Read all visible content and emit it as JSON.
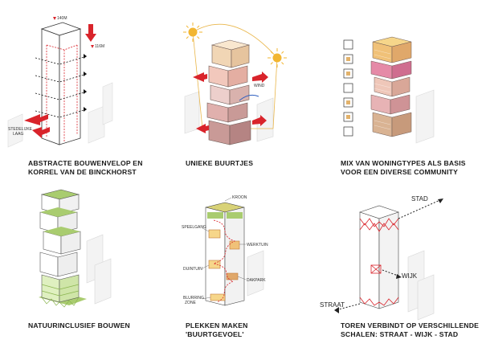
{
  "panels": [
    {
      "caption_line1": "ABSTRACTE BOUWENVELOP EN",
      "caption_line2": "KORREL VAN DE BINCKHORST",
      "labels": {
        "height_top": "140M",
        "height_mid": "116M",
        "street_layer": "STEDELIJKE",
        "street_layer2": "LAAG"
      }
    },
    {
      "caption_line1": "UNIEKE BUURTJES",
      "caption_line2": "",
      "labels": {
        "wind": "WIND"
      }
    },
    {
      "caption_line1": "MIX VAN WONINGTYPES ALS BASIS",
      "caption_line2": "VOOR EEN DIVERSE COMMUNITY",
      "labels": {}
    },
    {
      "caption_line1": "NATUURINCLUSIEF BOUWEN",
      "caption_line2": "",
      "labels": {}
    },
    {
      "caption_line1": "PLEKKEN MAKEN",
      "caption_line2": "'BUURTGEVOEL'",
      "labels": {
        "kroon": "KROON",
        "speelgang": "SPEELGANG",
        "werktuin": "WERKTUIN",
        "duintuin": "DUINTUIN",
        "dakpark": "DAKPARK",
        "blurring": "BLURRING",
        "zone": "ZONE"
      }
    },
    {
      "caption_line1": "TOREN VERBINDT OP VERSCHILLENDE",
      "caption_line2": "SCHALEN: STRAAT - WIJK - STAD",
      "labels": {
        "stad": "STAD",
        "wijk": "WIJK",
        "straat": "STRAAT"
      }
    }
  ],
  "colors": {
    "accent_red": "#d9242b",
    "sun_yellow": "#f2b632",
    "green": "#a9cc6f",
    "block_pink": "#e8b7b0",
    "block_mauve": "#c99a97"
  }
}
